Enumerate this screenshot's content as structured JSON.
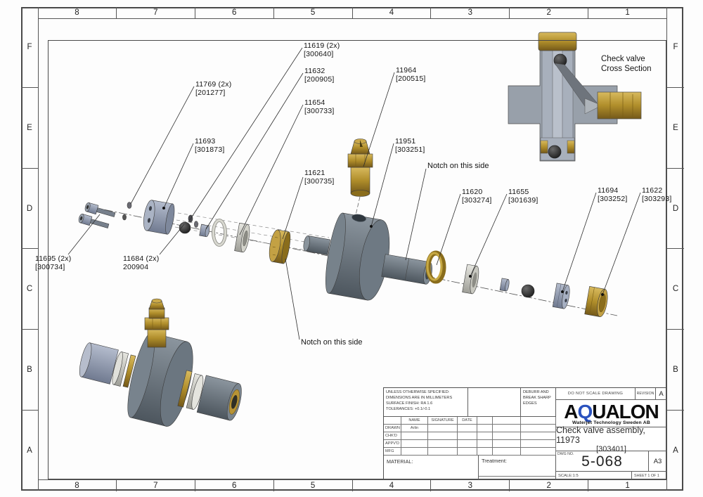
{
  "sheet": {
    "cols": [
      "8",
      "7",
      "6",
      "5",
      "4",
      "3",
      "2",
      "1"
    ],
    "rows": [
      "F",
      "E",
      "D",
      "C",
      "B",
      "A"
    ]
  },
  "callouts": [
    {
      "line1": "11619 (2x)",
      "line2": "[300640]"
    },
    {
      "line1": "11632",
      "line2": "[200905]"
    },
    {
      "line1": "11654",
      "line2": "[300733]"
    },
    {
      "line1": "11769 (2x)",
      "line2": "[201277]"
    },
    {
      "line1": "11693",
      "line2": "[301873]"
    },
    {
      "line1": "11621",
      "line2": "[300735]"
    },
    {
      "line1": "11964",
      "line2": "[200515]"
    },
    {
      "line1": "11951",
      "line2": "[303251]"
    },
    {
      "line1": "11620",
      "line2": "[303274]"
    },
    {
      "line1": "11655",
      "line2": "[301639]"
    },
    {
      "line1": "11694",
      "line2": "[303252]"
    },
    {
      "line1": "11622",
      "line2": "[303293]"
    },
    {
      "line1": "11695 (2x)",
      "line2": "[300734]"
    },
    {
      "line1": "11684 (2x)",
      "line2": "200904"
    }
  ],
  "annotations": {
    "notch_top": "Notch on this side",
    "notch_bottom": "Notch on this side",
    "cross_section_line1": "Check valve",
    "cross_section_line2": "Cross Section"
  },
  "title_block": {
    "tolerance_note": [
      "UNLESS OTHERWISE SPECIFIED:",
      "DIMENSIONS ARE IN MILLIMETERS",
      "SURFACE FINISH: RA 1.6",
      "TOLERANCES: +0.1/-0.1"
    ],
    "deburr_note": [
      "DEBURR AND",
      "BREAK SHARP",
      "EDGES"
    ],
    "do_not_scale": "DO NOT SCALE DRAWING",
    "revision_label": "REVISION",
    "revision_value": "A",
    "logo": {
      "a": "A",
      "q": "Q",
      "rest": "UALON",
      "tagline": "Waterjet Technology Sweden AB"
    },
    "title_line1": "Check valve assembly, 11973",
    "title_line2": "[303401]",
    "dwg_no_label": "DWG NO.",
    "dwg_no": "5-068",
    "paper_size": "A3",
    "scale": "SCALE:1:5",
    "sheet_of": "SHEET 1 OF 1",
    "material_label": "MATERIAL:",
    "treatment_label": "Treatment:",
    "table": {
      "headers": [
        "NAME",
        "SIGNATURE",
        "DATE"
      ],
      "rows": [
        {
          "label": "DRAWN",
          "name": "Arlin"
        },
        {
          "label": "CHK'D",
          "name": ""
        },
        {
          "label": "APPV'D",
          "name": ""
        },
        {
          "label": "MFG",
          "name": ""
        }
      ]
    }
  },
  "colors": {
    "brass": "#b08e2b",
    "steel_gray": "#6b7680",
    "blue_gray": "#9ba5b8",
    "accent_blue": "#2a52be"
  }
}
